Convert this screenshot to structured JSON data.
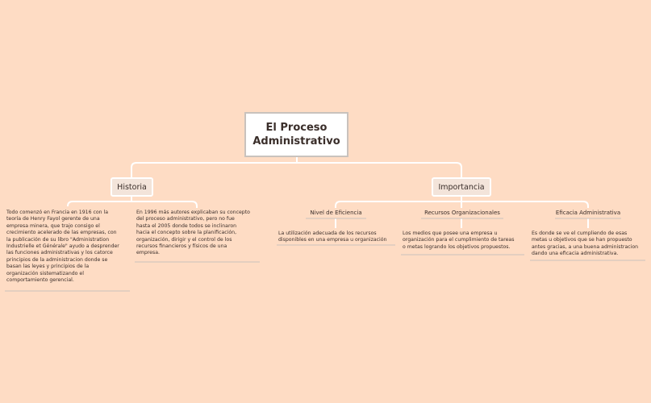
{
  "root": {
    "title": "El Proceso\nAdministrativo"
  },
  "branches": {
    "historia": {
      "label": "Historia",
      "notes": [
        "Todo comenzó en Francia en 1916 con la\nteoría de Henry Fayol gerente de una\nempresa minera, que trajo consigo el\ncrecimiento acelerado de las empresas, con\nla publicación de su libro \"Administration\nIndustrielle et Générale\" ayudo a desprender\nlas funciones administrativas y los catorce\nprincipios de la administracion donde se\nbasan las leyes y principios de la\norganización sistematizando el\ncomportamiento gerencial.",
        "En 1996 más autores explicaban su concepto\ndel proceso administrativo, pero no fue\nhasta el 2005 donde todos se inclinaron\nhacia el concepto sobre la planificación,\norganización, dirigir y el control de los\nrecursos financieros y físicos de una\nempresa."
      ]
    },
    "importancia": {
      "label": "Importancia",
      "subs": [
        {
          "label": "Nivel de Eficiencia",
          "note": "La utilización adecuada de los recursos\ndisponibles en una empresa u organización"
        },
        {
          "label": "Recursos Organizacionales",
          "note": "Los medios que posee una empresa u\norganización para el cumplimiento de tareas\no metas logrando los objetivos propuestos."
        },
        {
          "label": "Eficacia Administrativa",
          "note": "Es donde se ve el cumpliendo de esas\nmetas u objetivos que se han propuesto\nantes gracias, a una buena administracion\ndando una eficacia administrativa."
        }
      ]
    }
  },
  "colors": {
    "background": "#fedcc4",
    "connector": "#ffffff",
    "underline": "#c9c2bd"
  }
}
